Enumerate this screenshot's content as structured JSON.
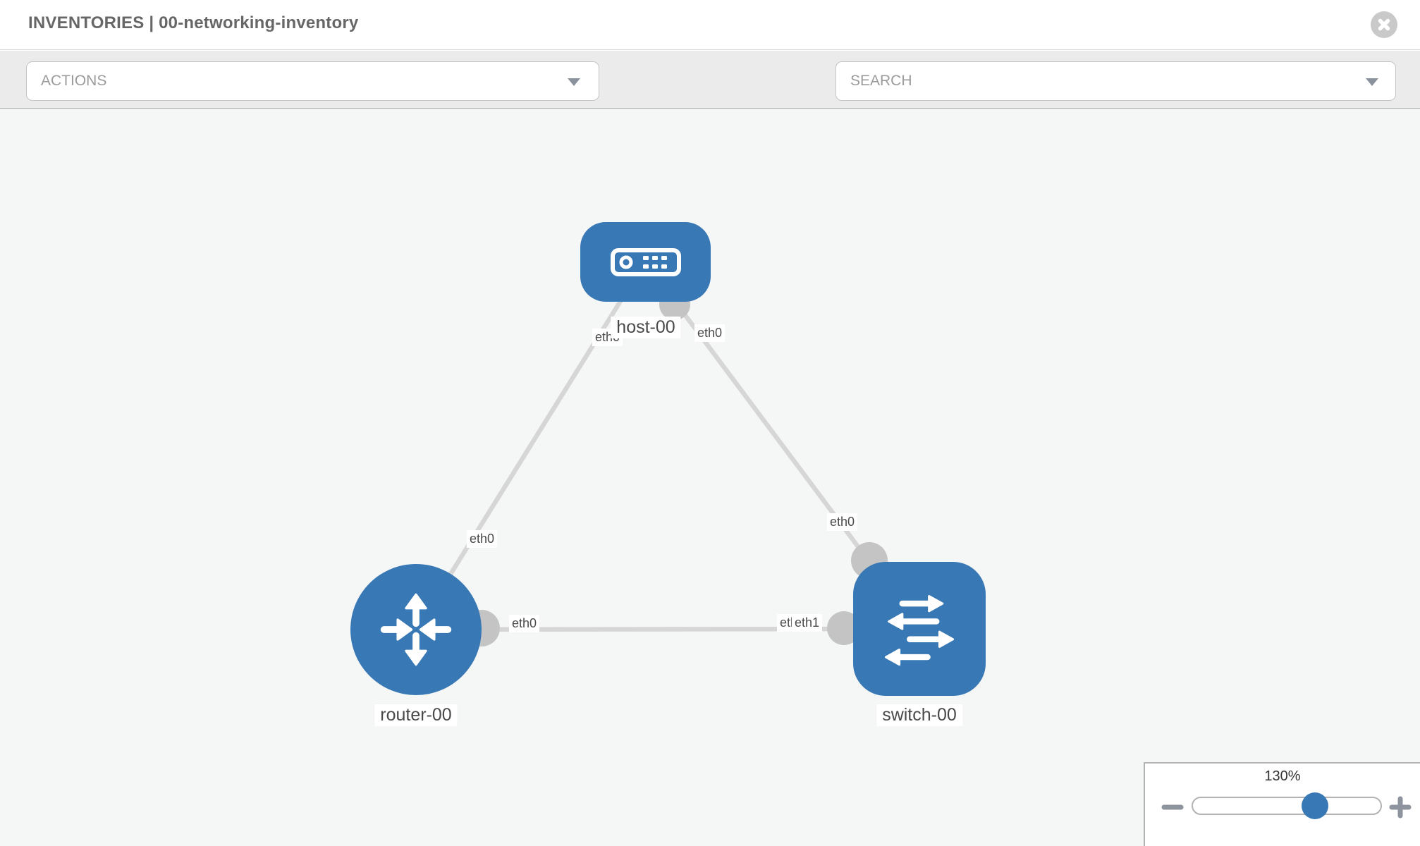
{
  "window": {
    "title_bar": "INVENTORIES | 00-networking-inventory"
  },
  "toolbar": {
    "actions_dropdown": {
      "label": "ACTIONS"
    },
    "search_dropdown": {
      "label": "SEARCH"
    }
  },
  "icons": {
    "close": "circle-x-icon",
    "wrench": "wrench-icon",
    "key": "key-icon",
    "dropdown_caret": "chevron-down-icon",
    "zoom_out": "minus-icon",
    "zoom_in": "plus-icon",
    "host": "host-server-icon",
    "router": "router-arrows-icon",
    "switch": "switch-arrows-icon"
  },
  "topology": {
    "nodes": [
      {
        "label": "host-00",
        "type": "host"
      },
      {
        "label": "router-00",
        "type": "router"
      },
      {
        "label": "switch-00",
        "type": "switch"
      }
    ],
    "links": [
      {
        "from": "host-00",
        "to": "router-00"
      },
      {
        "from": "host-00",
        "to": "switch-00"
      },
      {
        "from": "router-00",
        "to": "switch-00"
      }
    ],
    "port_labels": [
      {
        "text": "eth0",
        "position": "host-bottom-left"
      },
      {
        "text": "eth0",
        "position": "host-bottom-right"
      },
      {
        "text": "eth0",
        "position": "link-host-router-lower"
      },
      {
        "text": "eth0",
        "position": "switch-top"
      },
      {
        "text": "eth0",
        "position": "router-right"
      },
      {
        "text": "eth0",
        "position": "switch-left-back"
      },
      {
        "text": "eth1",
        "position": "switch-left-front"
      }
    ]
  },
  "zoom_control": {
    "level": "130%"
  },
  "colors": {
    "node_blue": "#3878b5",
    "link_gray": "#d6d6d6",
    "endpoint_gray": "#c4c4c4",
    "canvas_bg": "#f5f6f6",
    "toolbar_bg": "#ebebeb"
  }
}
